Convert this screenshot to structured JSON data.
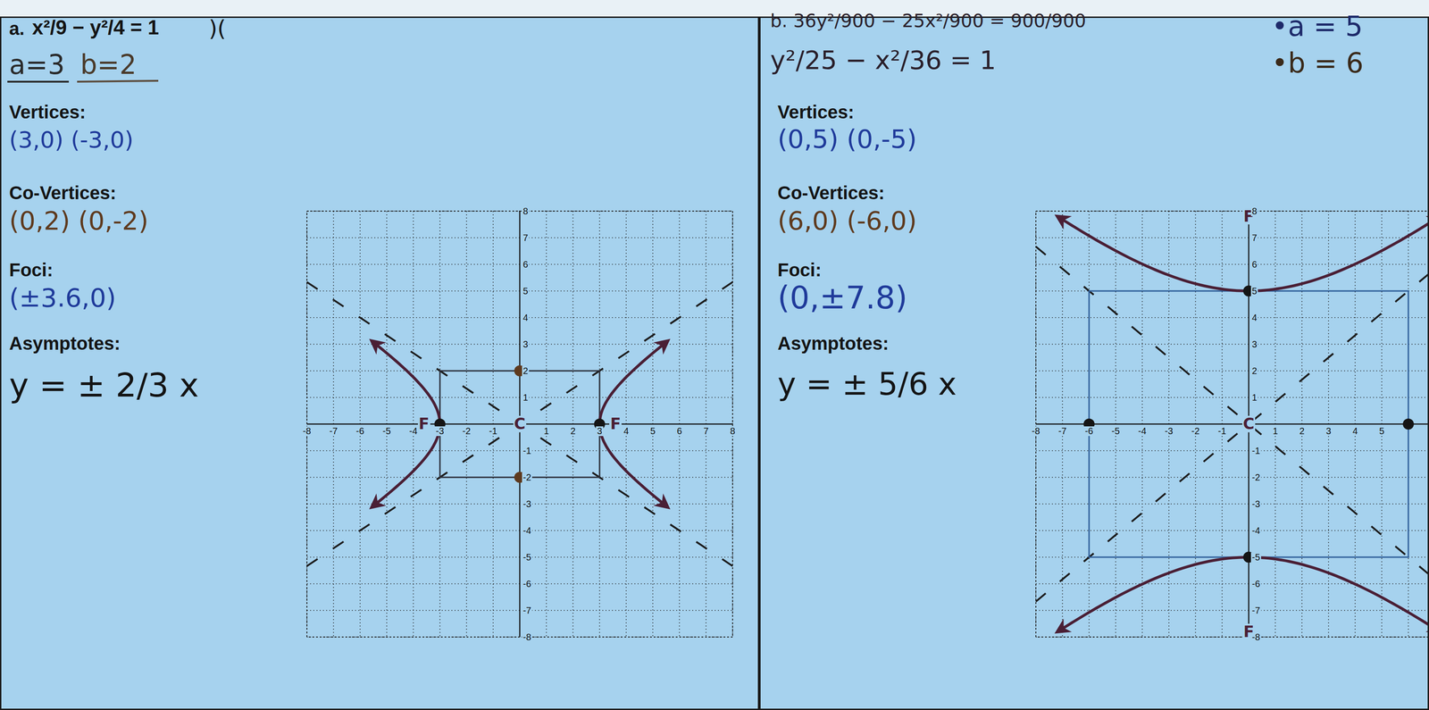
{
  "diagram": {
    "nodes": [
      {
        "text": [
          "a.",
          "x²/9 − y²/4 = 1",
          ")(",
          "a=3",
          "b=2",
          "Vertices:",
          "(3,0) (-3,0)",
          "Co-Vertices:",
          "(0,2) (0,-2)",
          "Foci:",
          "(±3.6,0)",
          "Asymptotes:",
          "y = ± 2/3 x"
        ]
      },
      {
        "text": [
          "b. 36y²/900 − 25x²/900 = 900/900",
          "•a = 5",
          "y²/25 − x²/36 = 1",
          "•b = 6",
          "Vertices:",
          "(0,5) (0,-5)",
          "Co-Vertices:",
          "(6,0) (-6,0)",
          "Foci:",
          "(0,±7.8)",
          "Asymptotes:",
          "y = ± 5/6 x"
        ]
      }
    ],
    "labels": [
      "F",
      "C",
      "F",
      "-8",
      "-7",
      "-6",
      "-5",
      "-4",
      "-3",
      "-2",
      "-1",
      "1",
      "2",
      "3",
      "4",
      "5",
      "6",
      "7",
      "8",
      "8",
      "7",
      "6",
      "5",
      "4",
      "3",
      "2",
      "1",
      "-1",
      "-2",
      "-3",
      "-4",
      "-5",
      "-6",
      "-7",
      "-8",
      "F",
      "C",
      "F",
      "-8",
      "-7",
      "-6",
      "-5",
      "-4",
      "-3",
      "-2",
      "-1",
      "1",
      "2",
      "3",
      "4",
      "5",
      "8",
      "7",
      "6",
      "5",
      "4",
      "3",
      "2",
      "1",
      "-1",
      "-2",
      "-3",
      "-4",
      "-5",
      "-6",
      "-7",
      "-8"
    ]
  }
}
